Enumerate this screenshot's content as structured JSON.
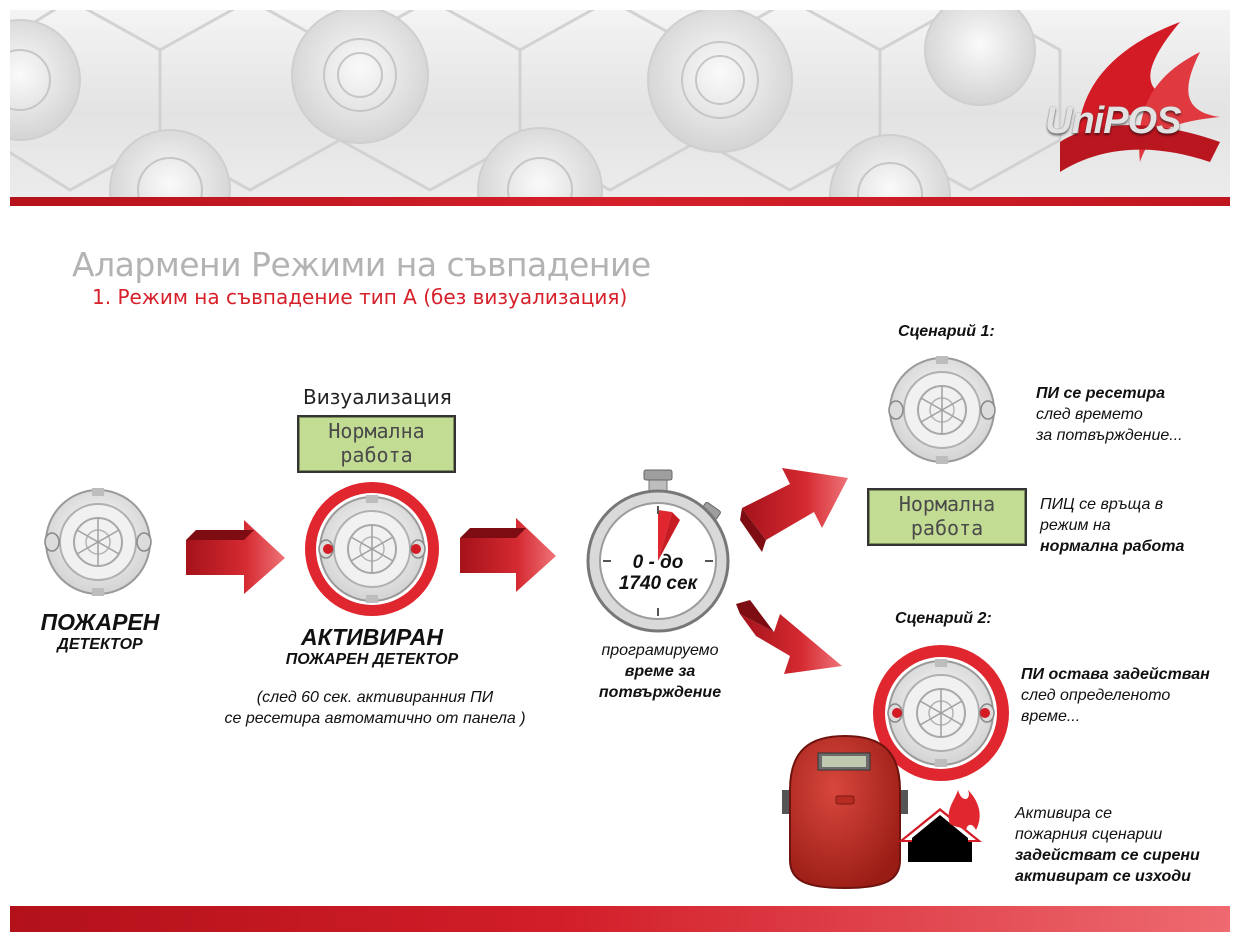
{
  "brand": {
    "logo_text": "UniPOS",
    "accent": "#d6202a",
    "lcd_color": "#c3dc93"
  },
  "title": "Алармени Режими на съвпадение",
  "subtitle": "1. Режим на съвпадение тип А  (без визуализация)",
  "visualization": {
    "label": "Визуализация",
    "lcd_line1": "Нормална",
    "lcd_line2": "работа"
  },
  "detector": {
    "line1": "ПОЖАРЕН",
    "line2": "ДЕТЕКТОР",
    "icon": "smoke-detector-icon"
  },
  "activated": {
    "line1": "АКТИВИРАН",
    "line2": "ПОЖАРЕН ДЕТЕКТОР",
    "note1": "(след 60 сек. активиранния ПИ",
    "note2": "се ресетира автоматично от панела )"
  },
  "timer": {
    "line1": "0 - до",
    "line2": "1740 сек",
    "caption1": "програмируемо",
    "caption2": "време за",
    "caption3": "потвърждение",
    "icon": "stopwatch-icon"
  },
  "scenario1": {
    "heading": "Сценарий 1:",
    "desc_bold": "ПИ се ресетира",
    "desc2": "след времето",
    "desc3": "за потвърждение...",
    "lcd_line1": "Нормална",
    "lcd_line2": "работа",
    "panel1": "ПИЦ се връща в",
    "panel2": "режим на",
    "panel3": "нормална работа"
  },
  "scenario2": {
    "heading": "Сценарий 2:",
    "desc_bold": "ПИ остава задействан",
    "desc2": "след определеното",
    "desc3": "време...",
    "act1": "Активира се",
    "act2": "пожарния сценарии",
    "act3": "задействат се сирени",
    "act4": "активират се изходи",
    "panel_icon": "control-panel-icon",
    "house_icon": "burning-house-icon"
  }
}
